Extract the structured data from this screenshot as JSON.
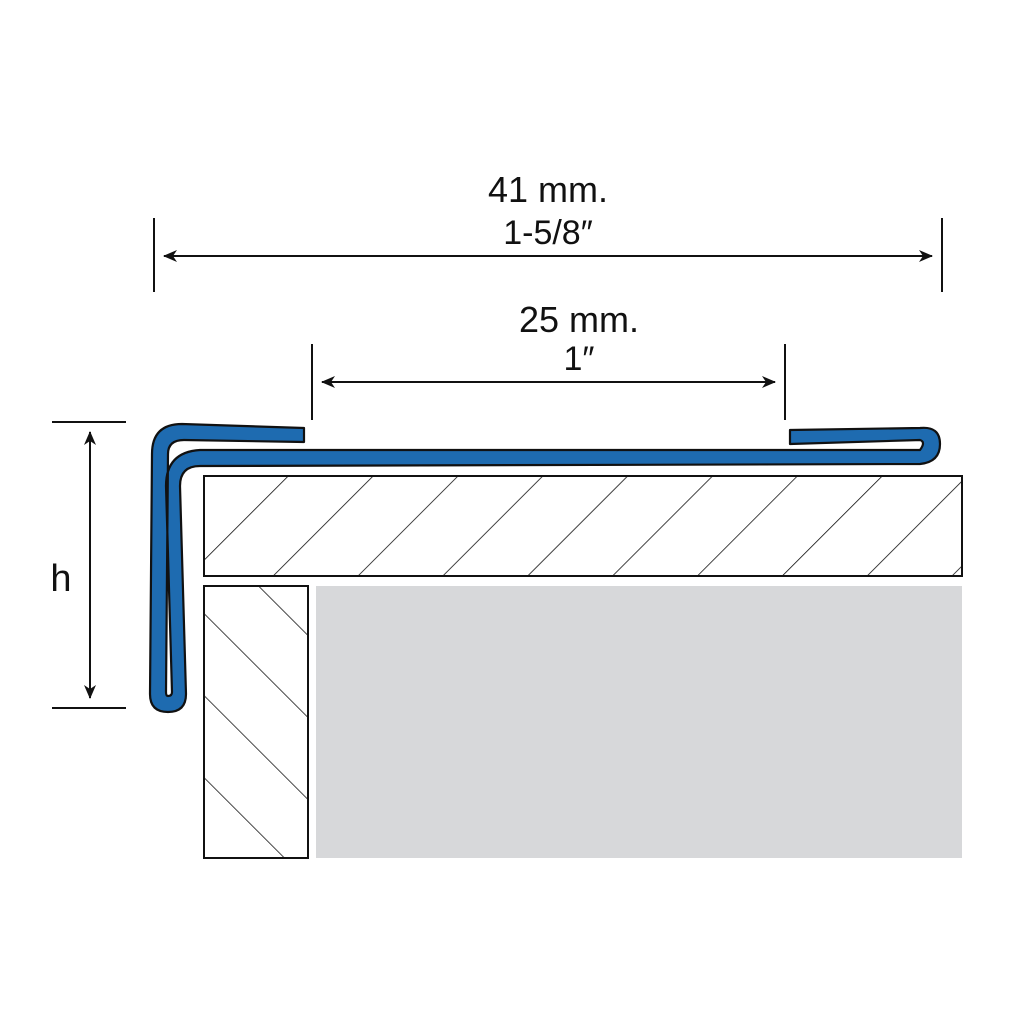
{
  "dimensions": {
    "outer_width": {
      "metric": "41 mm.",
      "imperial": "1-5/8″"
    },
    "inner_opening": {
      "metric": "25 mm.",
      "imperial": "1″"
    },
    "height": {
      "label": "h"
    }
  },
  "colors": {
    "profile_fill": "#1e6bb0",
    "outline": "#111111",
    "substrate_fill": "#d7d8da",
    "background": "#ffffff"
  }
}
